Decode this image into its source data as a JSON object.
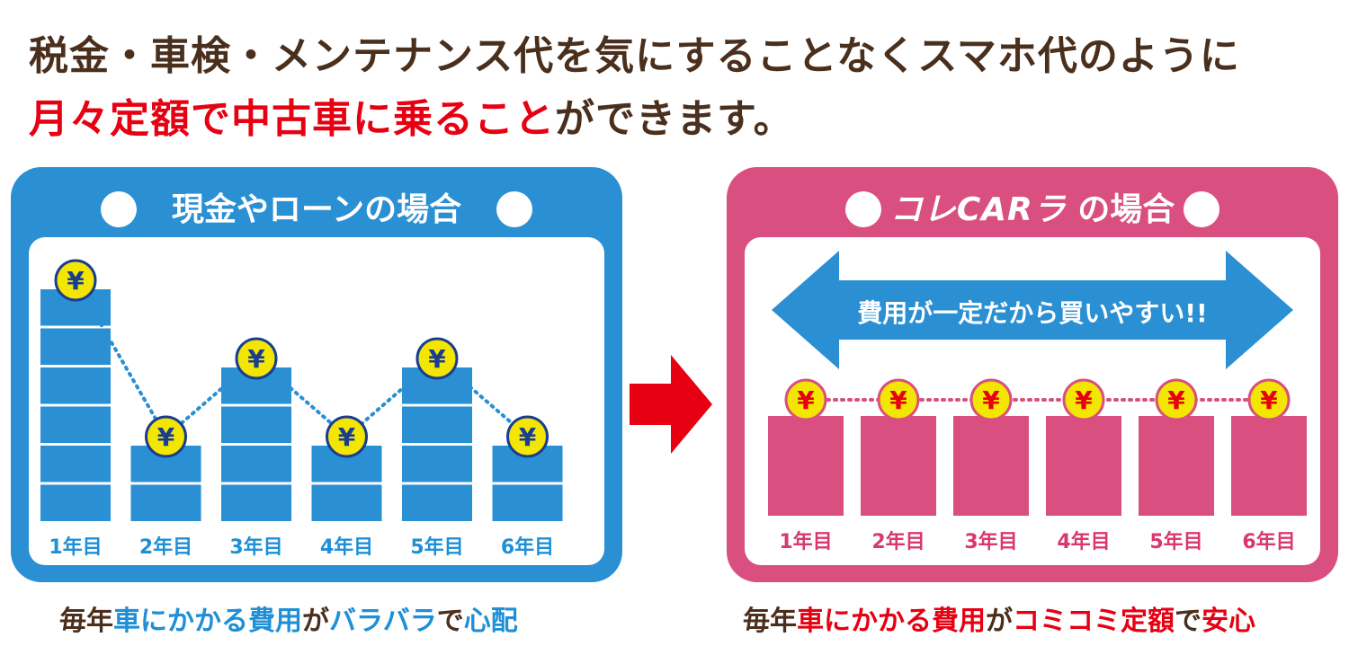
{
  "headline": {
    "line1": "税金・車検・メンテナンス代を気にすることなくスマホ代のように",
    "line2_red": "月々定額で中古車に乗ること",
    "line2_rest": "ができます。"
  },
  "left_panel": {
    "title": "現金やローンの場合"
  },
  "right_panel": {
    "logo": "コレCARラ",
    "title_suffix": "の場合",
    "banner": "費用が一定だから買いやすい!!"
  },
  "captions": {
    "left": [
      {
        "text": "毎年",
        "color": "#4a2f1c"
      },
      {
        "text": "車",
        "color": "#1f8fd6"
      },
      {
        "text": "にかかる",
        "color": "#1f8fd6"
      },
      {
        "text": "費用",
        "color": "#1f8fd6"
      },
      {
        "text": "が",
        "color": "#4a2f1c"
      },
      {
        "text": "バラバラ",
        "color": "#1f8fd6"
      },
      {
        "text": "で",
        "color": "#4a2f1c"
      },
      {
        "text": "心配",
        "color": "#1f8fd6"
      }
    ],
    "right": [
      {
        "text": "毎年",
        "color": "#4a2f1c"
      },
      {
        "text": "車",
        "color": "#e60012"
      },
      {
        "text": "にかかる",
        "color": "#e60012"
      },
      {
        "text": "費用",
        "color": "#e60012"
      },
      {
        "text": "が",
        "color": "#4a2f1c"
      },
      {
        "text": "コミコミ定額",
        "color": "#e60012"
      },
      {
        "text": "で",
        "color": "#4a2f1c"
      },
      {
        "text": "安心",
        "color": "#e60012"
      }
    ]
  },
  "coin_symbol": "¥",
  "colors": {
    "blue": "#2a8fd3",
    "pink": "#d94f7f",
    "coin": "#f3e600",
    "coin_ring_left": "#1a3d8f",
    "coin_ring_right": "#d94f7f",
    "red": "#e60012"
  },
  "chart_data": [
    {
      "type": "bar",
      "categories": [
        "1年目",
        "2年目",
        "3年目",
        "4年目",
        "5年目",
        "6年目"
      ],
      "values": [
        6,
        2,
        4,
        2,
        4,
        2
      ]
    },
    {
      "type": "bar",
      "categories": [
        "1年目",
        "2年目",
        "3年目",
        "4年目",
        "5年目",
        "6年目"
      ],
      "values": [
        3,
        3,
        3,
        3,
        3,
        3
      ]
    }
  ]
}
